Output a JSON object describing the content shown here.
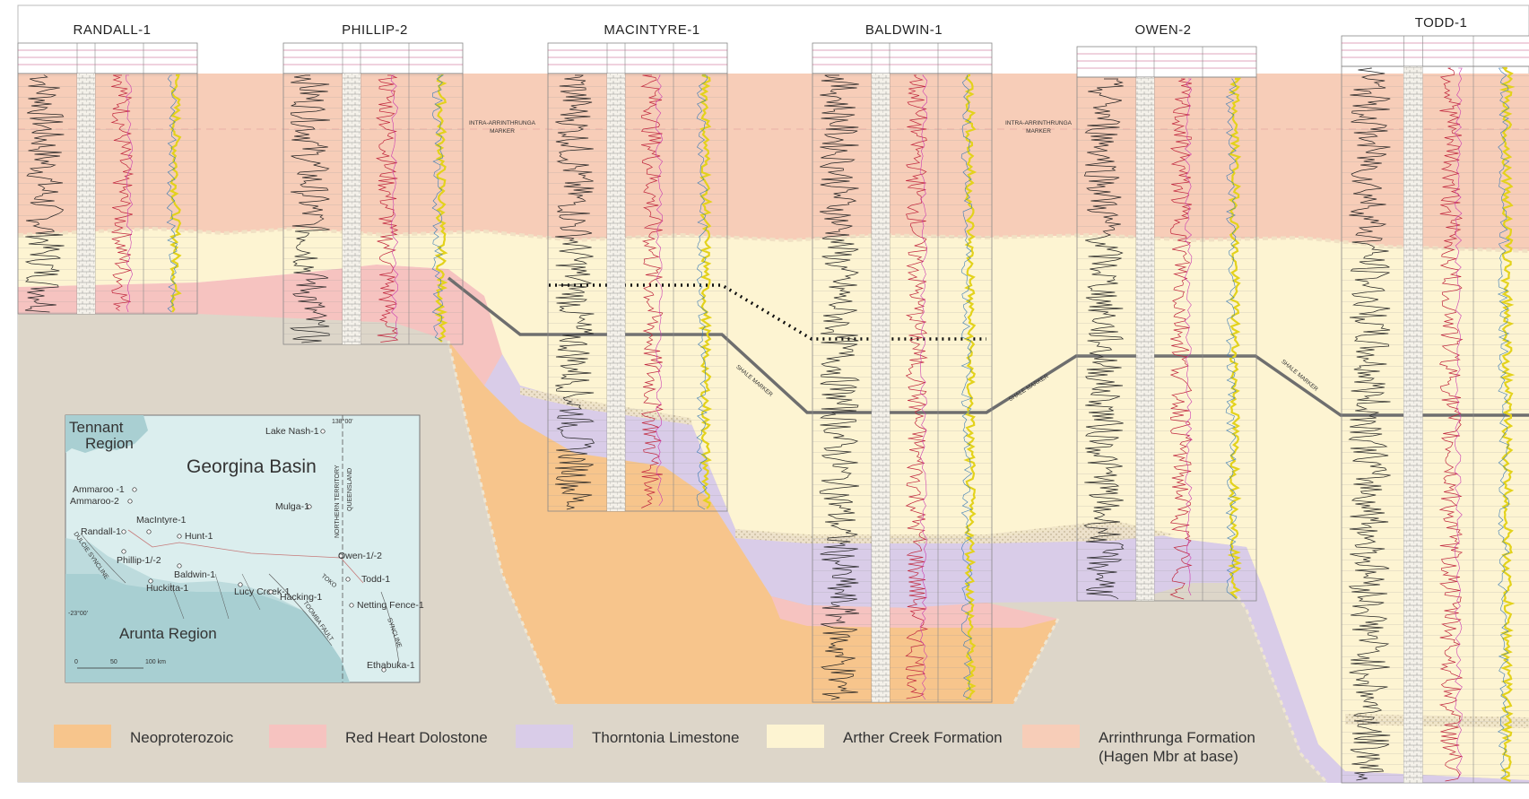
{
  "wells": [
    {
      "name": "RANDALL-1"
    },
    {
      "name": "PHILLIP-2"
    },
    {
      "name": "MACINTYRE-1"
    },
    {
      "name": "BALDWIN-1"
    },
    {
      "name": "OWEN-2"
    },
    {
      "name": "TODD-1"
    }
  ],
  "markers": {
    "intra_left_1": "INTRA-ARRINTHRUNGA",
    "intra_left_2": "MARKER",
    "intra_right_1": "INTRA-ARRINTHRUNGA",
    "intra_right_2": "MARKER",
    "shale_marker": "SHALE MARKER"
  },
  "colors": {
    "neoproterozoic": "#f7c58c",
    "red_heart": "#f6c3c0",
    "thorntonia": "#d9cce8",
    "arthur_creek": "#fdf4d2",
    "arrinthrunga": "#f7cdb8",
    "basement": "#ddd6c9"
  },
  "legend": [
    {
      "label": "Neoproterozoic",
      "color": "#f7c58c"
    },
    {
      "label": "Red Heart Dolostone",
      "color": "#f6c3c0"
    },
    {
      "label": "Thorntonia Limestone",
      "color": "#d9cce8"
    },
    {
      "label": "Arther Creek Formation",
      "color": "#fdf4d2"
    },
    {
      "label": "Arrinthrunga Formation",
      "label2": "(Hagen Mbr at base)",
      "color": "#f7cdb8"
    }
  ],
  "map": {
    "tennant_1": "Tennant",
    "tennant_2": "Region",
    "basin": "Georgina Basin",
    "arunta": "Arunta Region",
    "lon_label": "138°00'",
    "lat_label": "-23°00'",
    "nt": "NORTHERN TERRITORY",
    "qld": "QUEENSLAND",
    "dulcie": "DULCIE SYNCLINE",
    "toko": "TOKO",
    "toko_syncline": "SYNCLINE",
    "toomba": "TOOMBA FAULT",
    "scale_0": "0",
    "scale_50": "50",
    "scale_100": "100 km",
    "wells": [
      {
        "name": "Lake Nash-1"
      },
      {
        "name": "Ammaroo -1"
      },
      {
        "name": "Ammaroo-2"
      },
      {
        "name": "Mulga-1"
      },
      {
        "name": "Randall-1"
      },
      {
        "name": "MacIntyre-1"
      },
      {
        "name": "Hunt-1"
      },
      {
        "name": "Owen-1/-2"
      },
      {
        "name": "Phillip-1/-2"
      },
      {
        "name": "Baldwin-1"
      },
      {
        "name": "Todd-1"
      },
      {
        "name": "Lucy Creek-1"
      },
      {
        "name": "Huckitta-1"
      },
      {
        "name": "Hacking-1"
      },
      {
        "name": "Netting Fence-1"
      },
      {
        "name": "Ethabuka-1"
      }
    ]
  }
}
